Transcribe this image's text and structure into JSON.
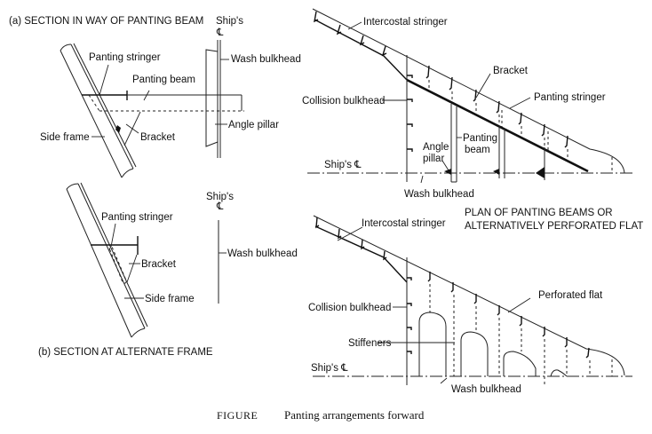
{
  "diagram": {
    "section_a": {
      "title": "(a) SECTION IN WAY OF PANTING BEAM",
      "labels": {
        "ships": "Ship's",
        "cl": "℄",
        "panting_stringer": "Panting stringer",
        "panting_beam": "Panting beam",
        "wash_bulkhead": "Wash bulkhead",
        "angle_pillar": "Angle pillar",
        "side_frame": "Side frame",
        "bracket": "Bracket"
      }
    },
    "section_b": {
      "title": "(b) SECTION AT ALTERNATE FRAME",
      "labels": {
        "ships": "Ship's",
        "cl": "℄",
        "panting_stringer": "Panting stringer",
        "bracket": "Bracket",
        "side_frame": "Side frame",
        "wash_bulkhead": "Wash bulkhead"
      }
    },
    "plan_beams": {
      "labels": {
        "intercostal_stringer": "Intercostal stringer",
        "bracket": "Bracket",
        "panting_stringer": "Panting stringer",
        "collision_bulkhead": "Collision bulkhead",
        "panting_beam_1": "Panting",
        "panting_beam_2": "beam",
        "angle_pillar_1": "Angle",
        "angle_pillar_2": "pillar",
        "ships_cl": "Ship's ℄",
        "wash_bulkhead": "Wash bulkhead"
      }
    },
    "plan_flat": {
      "title_line1": "PLAN OF PANTING BEAMS OR",
      "title_line2": "ALTERNATIVELY PERFORATED FLAT",
      "labels": {
        "intercostal_stringer": "Intercostal stringer",
        "perforated_flat": "Perforated flat",
        "collision_bulkhead": "Collision bulkhead",
        "stiffeners": "Stiffeners",
        "ships_cl": "Ship's ℄",
        "wash_bulkhead": "Wash bulkhead"
      }
    },
    "caption": {
      "figure_word": "FIGURE",
      "text": "Panting arrangements forward"
    }
  }
}
